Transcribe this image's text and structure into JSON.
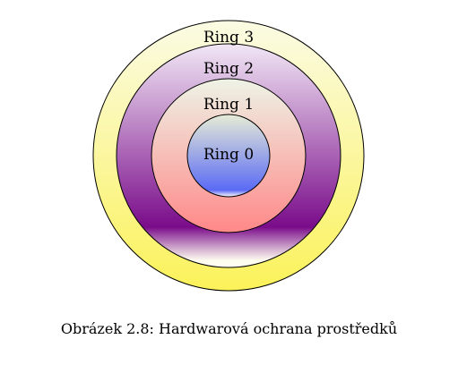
{
  "diagram": {
    "rings": [
      {
        "label": "Ring 3",
        "fill_top": "#fbfbe4",
        "fill_bottom": "#fbf25a"
      },
      {
        "label": "Ring 2",
        "fill_top": "#f1e7f5",
        "fill_bottom": "#7a0c8a"
      },
      {
        "label": "Ring 1",
        "fill_top": "#eef3e6",
        "fill_bottom": "#ff8888"
      },
      {
        "label": "Ring 0",
        "fill_top": "#e6ecd6",
        "fill_bottom": "#5b6bf5"
      }
    ],
    "outline_color": "#000000"
  },
  "caption": "Obrázek 2.8: Hardwarová ochrana prostředků"
}
